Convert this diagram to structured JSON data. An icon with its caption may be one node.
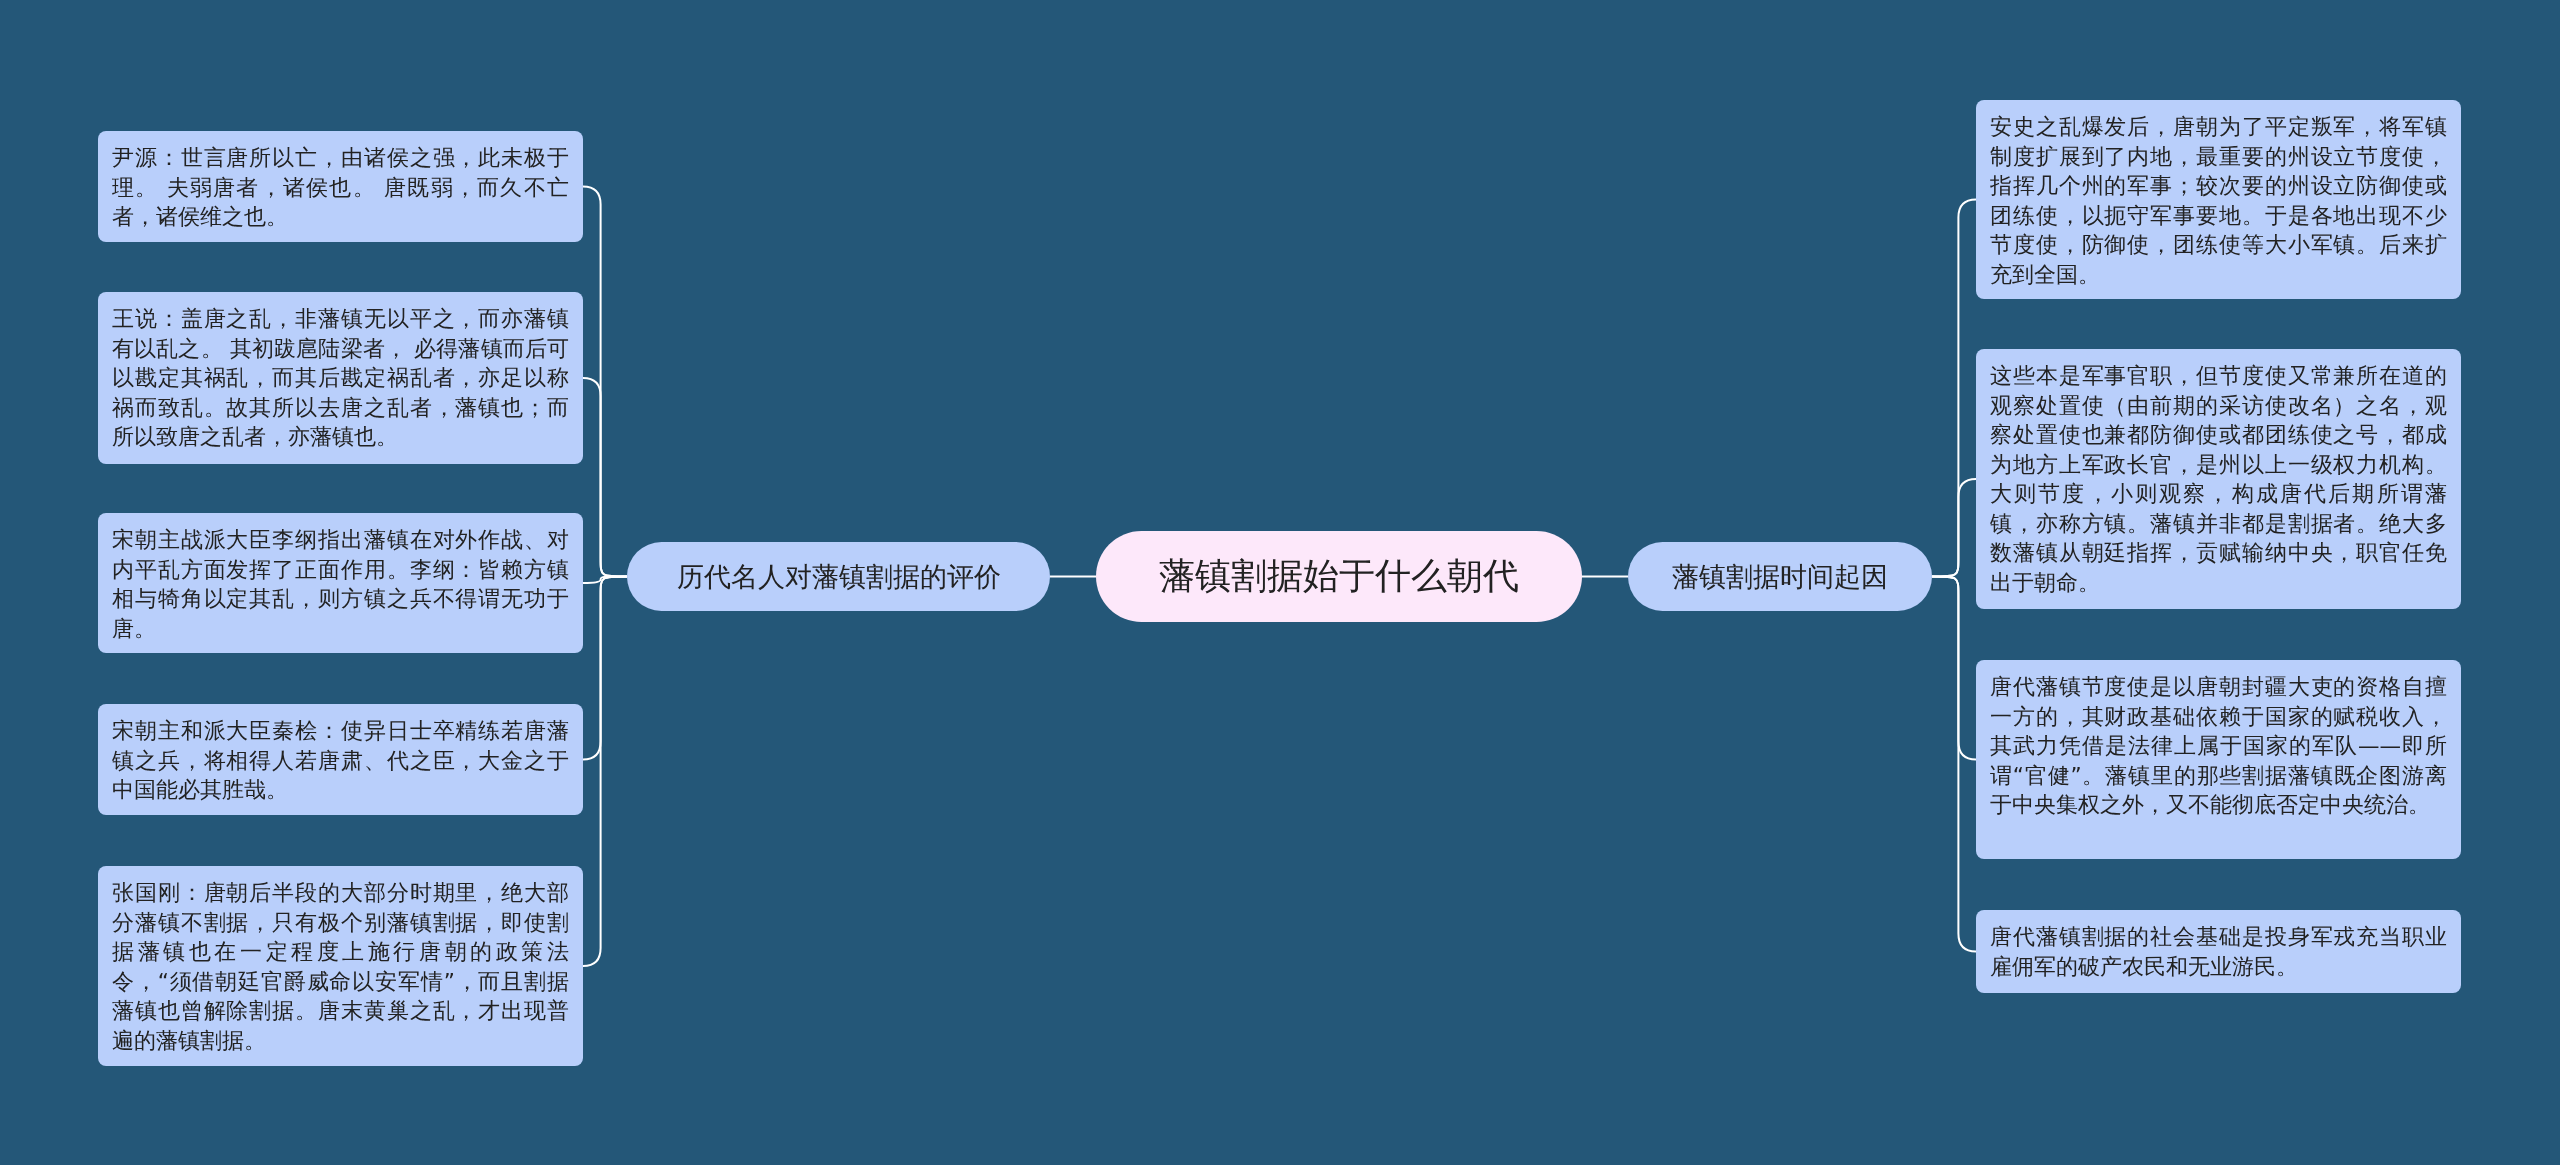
{
  "diagram": {
    "nodes": [
      {
        "text": [
          "藩镇割据始于什么朝代"
        ]
      },
      {
        "text": [
          "历代名人对藩镇割据的评价"
        ]
      },
      {
        "text": [
          "尹源：世言唐所以亡，由诸侯之强，此未极于理。 夫弱唐者，诸侯也。 唐既弱，而久不亡者，诸侯维之也。"
        ]
      },
      {
        "text": [
          "王说：盖唐之乱，非藩镇无以平之，而亦藩镇有以乱之。 其初跋扈陆梁者， 必得藩镇而后可以戡定其祸乱，而其后戡定祸乱者，亦足以称祸而致乱。故其所以去唐之乱者，藩镇也；而所以致唐之乱者，亦藩镇也。"
        ]
      },
      {
        "text": [
          "宋朝主战派大臣李纲指出藩镇在对外作战、对内平乱方面发挥了正面作用。李纲：皆赖方镇相与犄角以定其乱，则方镇之兵不得谓无功于唐。"
        ]
      },
      {
        "text": [
          "宋朝主和派大臣秦桧：使异日士卒精练若唐藩镇之兵，将相得人若唐肃、代之臣，大金之于中国能必其胜哉。"
        ]
      },
      {
        "text": [
          "张国刚：唐朝后半段的大部分时期里，绝大部分藩镇不割据，只有极个别藩镇割据，即使割据藩镇也在一定程度上施行唐朝的政策法令，“须借朝廷官爵威命以安军情”，而且割据藩镇也曾解除割据。唐末黄巢之乱，才出现普遍的藩镇割据。"
        ]
      },
      {
        "text": [
          "藩镇割据时间起因"
        ]
      },
      {
        "text": [
          "安史之乱爆发后，唐朝为了平定叛军，将军镇制度扩展到了内地，最重要的州设立节度使，指挥几个州的军事；较次要的州设立防御使或团练使，以扼守军事要地。于是各地出现不少节度使，防御使，团练使等大小军镇。后来扩充到全国。"
        ]
      },
      {
        "text": [
          "这些本是军事官职，但节度使又常兼所在道的观察处置使（由前期的采访使改名）之名，观察处置使也兼都防御使或都团练使之号，都成为地方上军政长官，是州以上一级权力机构。大则节度，小则观察，构成唐代后期所谓藩镇，亦称方镇。藩镇并非都是割据者。绝大多数藩镇从朝廷指挥，贡赋输纳中央，职官任免出于朝命。"
        ]
      },
      {
        "text": [
          "唐代藩镇节度使是以唐朝封疆大吏的资格自擅一方的，其财政基础依赖于国家的赋税收入，其武力凭借是法律上属于国家的军队——即所谓“官健”。藩镇里的那些割据藩镇既企图游离于中央集权之外，又不能彻底否定中央统治。"
        ]
      },
      {
        "text": [
          "唐代藩镇割据的社会基础是投身军戎充当职业雇佣军的破产农民和无业游民。"
        ]
      }
    ],
    "edges": [
      {
        "from": 0,
        "to": 1,
        "arrow": "none"
      },
      {
        "from": 1,
        "to": 2,
        "arrow": "none"
      },
      {
        "from": 1,
        "to": 3,
        "arrow": "none"
      },
      {
        "from": 1,
        "to": 4,
        "arrow": "none"
      },
      {
        "from": 1,
        "to": 5,
        "arrow": "none"
      },
      {
        "from": 1,
        "to": 6,
        "arrow": "none"
      },
      {
        "from": 0,
        "to": 7,
        "arrow": "none"
      },
      {
        "from": 7,
        "to": 8,
        "arrow": "none"
      },
      {
        "from": 7,
        "to": 9,
        "arrow": "none"
      },
      {
        "from": 7,
        "to": 10,
        "arrow": "none"
      },
      {
        "from": 7,
        "to": 11,
        "arrow": "none"
      }
    ]
  }
}
